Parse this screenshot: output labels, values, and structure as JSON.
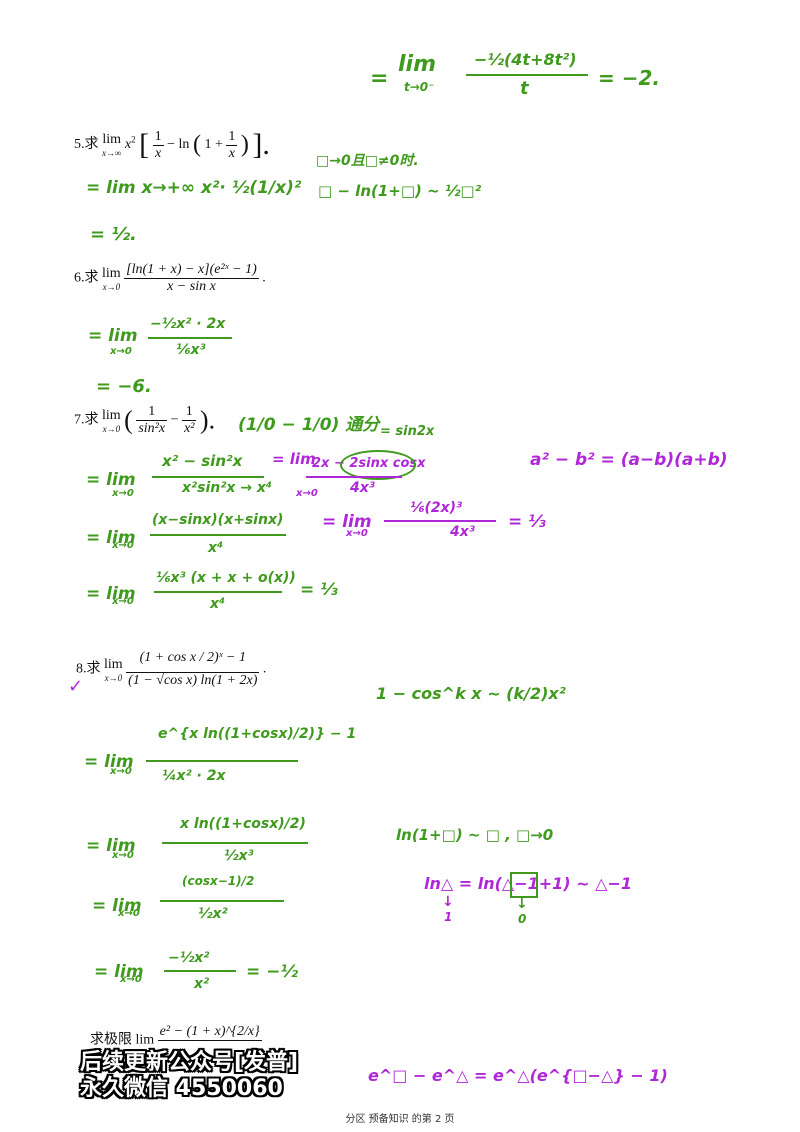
{
  "colors": {
    "green": "#3f9a1d",
    "purple": "#b026d9",
    "ink": "#111111"
  },
  "top": {
    "eq": "=",
    "lim": "lim",
    "sub": "t→0⁻",
    "num": "−½(4t+8t²)",
    "den": "t",
    "res": "= −2."
  },
  "p5": {
    "label": "5.求",
    "lim": "lim",
    "sub": "x→∞",
    "body_a": "x",
    "body_sup": "2",
    "bracket_l": "[",
    "f1n": "1",
    "f1d": "x",
    "minus_ln": "− ln",
    "one_plus": "1 +",
    "f2n": "1",
    "f2d": "x",
    "bracket_r": "].",
    "s1": "= lim x→+∞ x²· ½(1/x)²",
    "s2": "= ½.",
    "note1": "□→0且□≠0时.",
    "note2": "□ − ln(1+□) ~ ½□²"
  },
  "p6": {
    "label": "6.求",
    "lim": "lim",
    "sub": "x→0",
    "num": "[ln(1 + x) − x](e²ˣ − 1)",
    "den": "x − sin x",
    "dot": ".",
    "s1_lim": "= lim",
    "s1_sub": "x→0",
    "s1_num": "−½x² · 2x",
    "s1_den": "⅙x³",
    "s2": "= −6."
  },
  "p7": {
    "label": "7.求",
    "lim": "lim",
    "sub": "x→0",
    "f1n": "1",
    "f1d": "sin²x",
    "f2n": "1",
    "f2d": "x²",
    "tail": ").",
    "note_frac": "(1/0 − 1/0) 通分",
    "s1_lim": "= lim",
    "s1_sub": "x→0",
    "s1_num": "x² − sin²x",
    "s1_den": "x²sin²x → x⁴",
    "p_lim": "= lim",
    "p_sub": "x→0",
    "p_num": "2x − 2sinx cosx",
    "p_den": "4x³",
    "p_circle_note": "= sin2x",
    "identity": "a² − b² = (a−b)(a+b)",
    "s2_lim": "= lim",
    "s2_sub": "x→0",
    "s2_num": "(x−sinx)(x+sinx)",
    "s2_den": "x⁴",
    "p2_lim": "= lim",
    "p2_sub": "x→0",
    "p2_num": "⅙(2x)³",
    "p2_den": "4x³",
    "p2_res": "= ⅓",
    "s3_lim": "= lim",
    "s3_sub": "x→0",
    "s3_num": "⅙x³ (x + x + o(x))",
    "s3_den": "x⁴",
    "s3_res": "= ⅓"
  },
  "p8": {
    "label": "8.求",
    "check": "✓",
    "lim": "lim",
    "sub": "x→0",
    "num_top": "(1 + cos x / 2)ˣ − 1",
    "den": "(1 − √cos x) ln(1 + 2x)",
    "dot": ".",
    "note": "1 − cos^k x ~ (k/2)x²",
    "s1_lim": "= lim",
    "s1_sub": "x→0",
    "s1_num": "e^{x ln((1+cosx)/2)} − 1",
    "s1_den": "¼x² · 2x",
    "s2_lim": "= lim",
    "s2_sub": "x→0",
    "s2_num": "x ln((1+cosx)/2)",
    "s2_den": "½x³",
    "s3_lim": "= lim",
    "s3_sub": "x→0",
    "s3_num": "(cosx−1)/2",
    "s3_den": "½x²",
    "s4_lim": "= lim",
    "s4_sub": "x→0",
    "s4_num": "−½x²",
    "s4_den": "x²",
    "s4_res": "= −½",
    "g_note": "ln(1+□) ~ □ , □→0",
    "p_note": "ln△ = ln(△−1+1) ~ △−1",
    "p_arrow1": "↓",
    "p_one": "1",
    "p_arrow2": "↓",
    "p_zero": "0"
  },
  "p9": {
    "label": "求极限",
    "lim": "lim",
    "num": "e² − (1 + x)^{2/x}",
    "watermark1": "后续更新公众号[发普]",
    "watermark2": "永久微信 4550060",
    "p_note": "e^□ − e^△ = e^△(e^{□−△} − 1)"
  },
  "footer": {
    "text": "分区 预备知识 的第 2 页"
  }
}
